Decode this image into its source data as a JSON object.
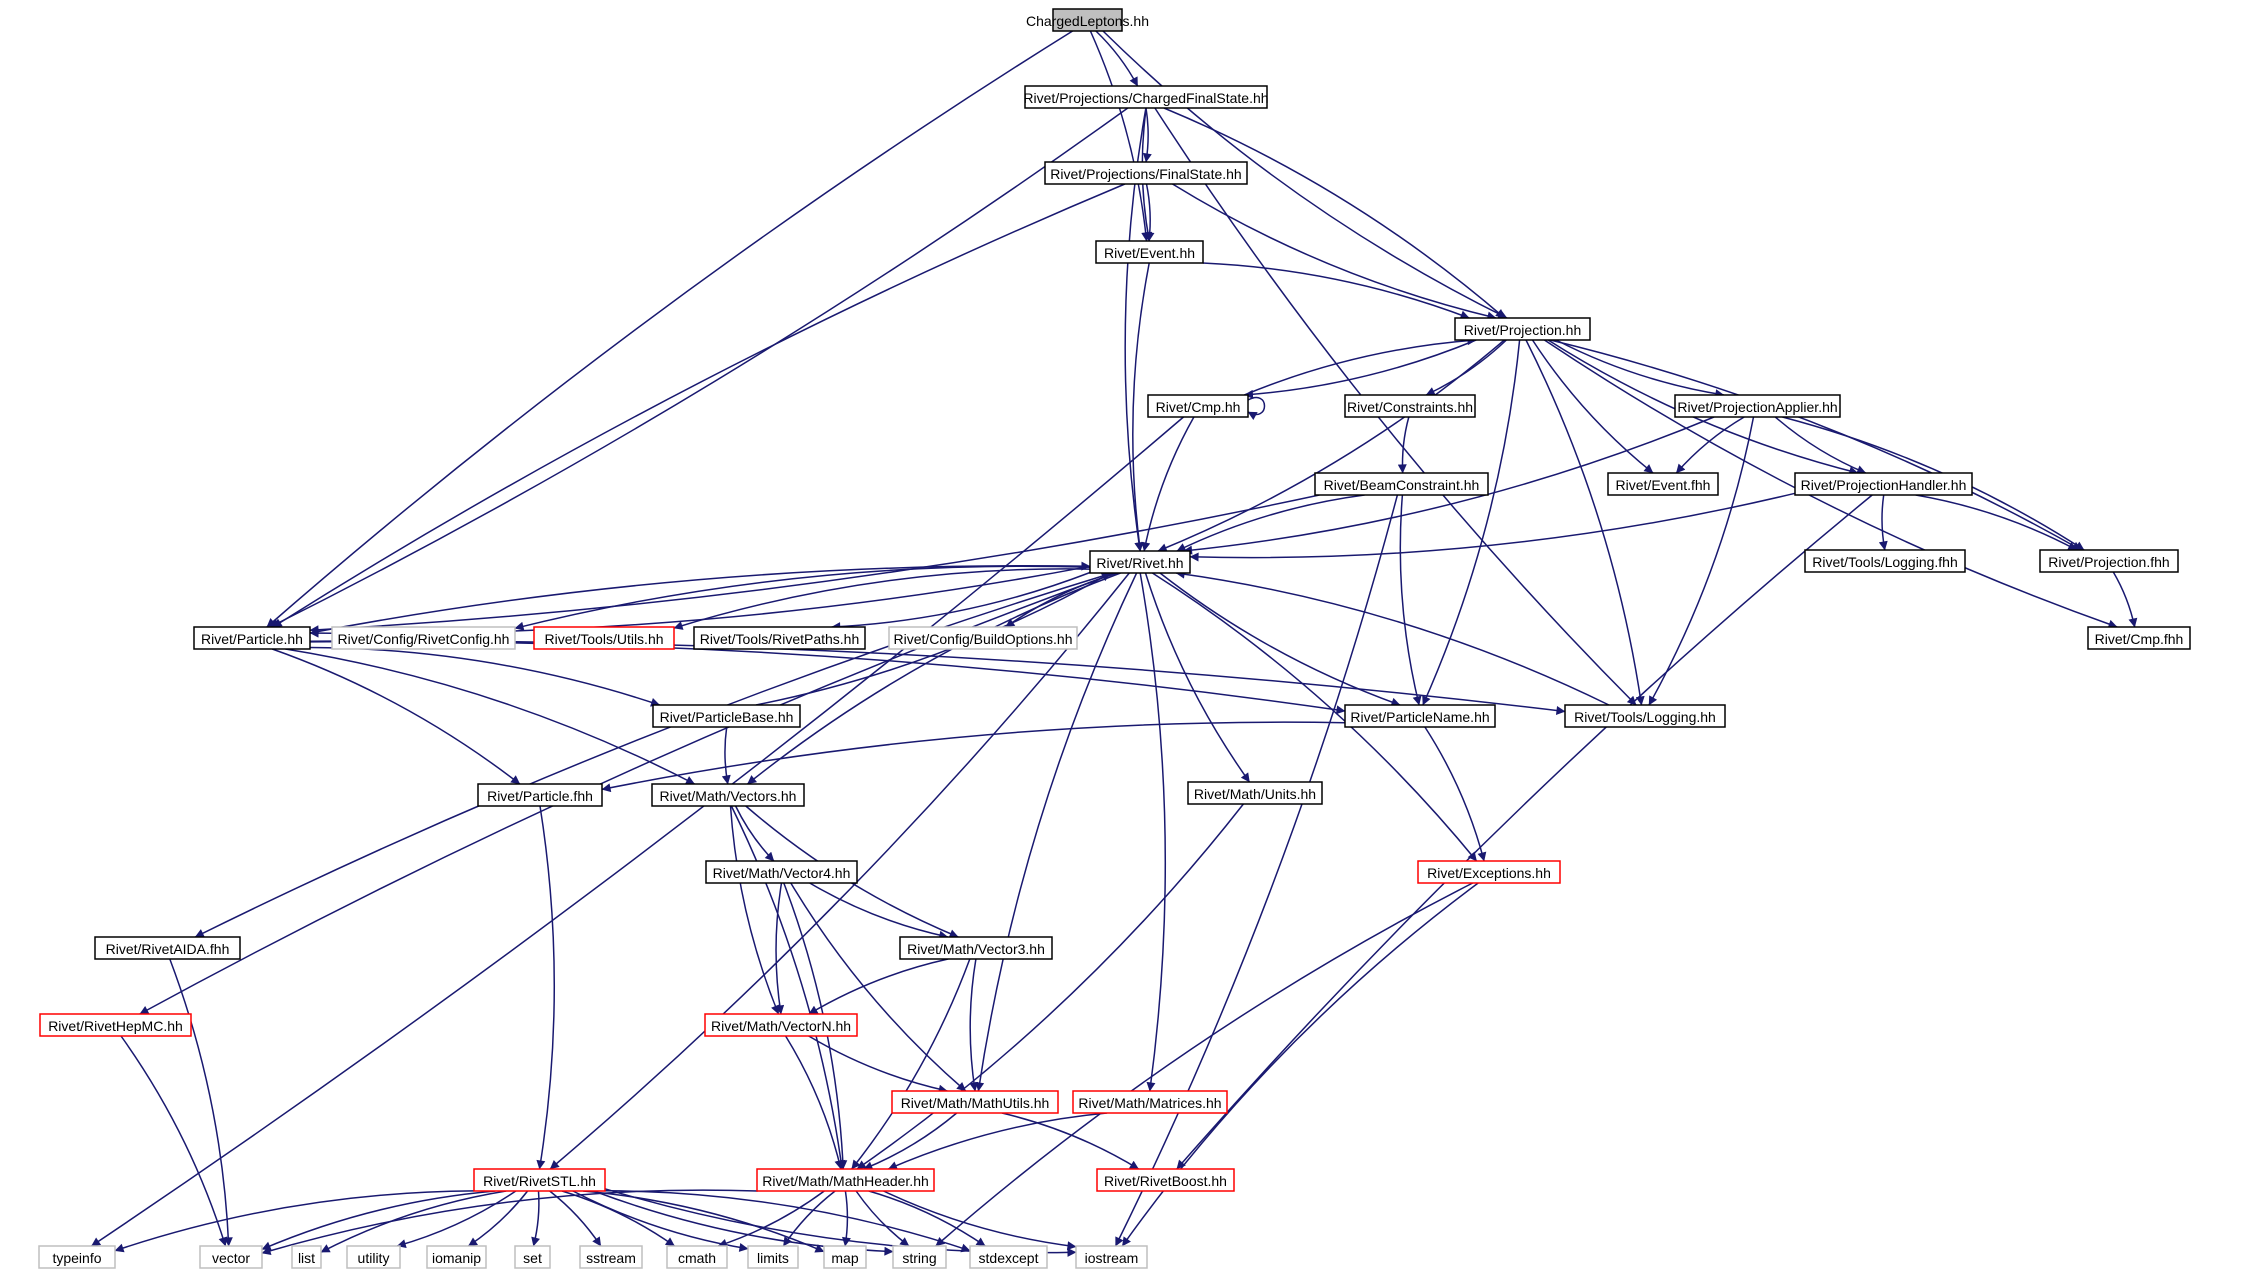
{
  "colors": {
    "edge": "#191970",
    "box_default": "#000000",
    "box_truncated": "#ff0000",
    "box_external": "#bfbfbf",
    "root_fill": "#bfbfbf",
    "fill": "#ffffff"
  },
  "nodes": [
    {
      "id": "root",
      "label": "ChargedLeptons.hh",
      "kind": "root"
    },
    {
      "id": "cfs",
      "label": "Rivet/Projections/ChargedFinalState.hh",
      "kind": "normal"
    },
    {
      "id": "fs",
      "label": "Rivet/Projections/FinalState.hh",
      "kind": "normal"
    },
    {
      "id": "eventhh",
      "label": "Rivet/Event.hh",
      "kind": "normal"
    },
    {
      "id": "projhh",
      "label": "Rivet/Projection.hh",
      "kind": "normal"
    },
    {
      "id": "cmphh",
      "label": "Rivet/Cmp.hh",
      "kind": "normal"
    },
    {
      "id": "constraints",
      "label": "Rivet/Constraints.hh",
      "kind": "normal"
    },
    {
      "id": "papplier",
      "label": "Rivet/ProjectionApplier.hh",
      "kind": "normal"
    },
    {
      "id": "beamc",
      "label": "Rivet/BeamConstraint.hh",
      "kind": "normal"
    },
    {
      "id": "eventfhh",
      "label": "Rivet/Event.fhh",
      "kind": "normal"
    },
    {
      "id": "phandler",
      "label": "Rivet/ProjectionHandler.hh",
      "kind": "normal"
    },
    {
      "id": "rivethh",
      "label": "Rivet/Rivet.hh",
      "kind": "normal"
    },
    {
      "id": "logfhh",
      "label": "Rivet/Tools/Logging.fhh",
      "kind": "normal"
    },
    {
      "id": "projfhh",
      "label": "Rivet/Projection.fhh",
      "kind": "normal"
    },
    {
      "id": "particlehh",
      "label": "Rivet/Particle.hh",
      "kind": "normal"
    },
    {
      "id": "rivetconfig",
      "label": "Rivet/Config/RivetConfig.hh",
      "kind": "external"
    },
    {
      "id": "utilshh",
      "label": "Rivet/Tools/Utils.hh",
      "kind": "truncated"
    },
    {
      "id": "rivetpaths",
      "label": "Rivet/Tools/RivetPaths.hh",
      "kind": "normal"
    },
    {
      "id": "buildopts",
      "label": "Rivet/Config/BuildOptions.hh",
      "kind": "external"
    },
    {
      "id": "cmpfhh",
      "label": "Rivet/Cmp.fhh",
      "kind": "normal"
    },
    {
      "id": "pbase",
      "label": "Rivet/ParticleBase.hh",
      "kind": "normal"
    },
    {
      "id": "pname",
      "label": "Rivet/ParticleName.hh",
      "kind": "normal"
    },
    {
      "id": "logginghh",
      "label": "Rivet/Tools/Logging.hh",
      "kind": "normal"
    },
    {
      "id": "particlefhh",
      "label": "Rivet/Particle.fhh",
      "kind": "normal"
    },
    {
      "id": "vectors",
      "label": "Rivet/Math/Vectors.hh",
      "kind": "normal"
    },
    {
      "id": "units",
      "label": "Rivet/Math/Units.hh",
      "kind": "normal"
    },
    {
      "id": "vector4",
      "label": "Rivet/Math/Vector4.hh",
      "kind": "normal"
    },
    {
      "id": "exceptions",
      "label": "Rivet/Exceptions.hh",
      "kind": "truncated"
    },
    {
      "id": "aidafhh",
      "label": "Rivet/RivetAIDA.fhh",
      "kind": "normal"
    },
    {
      "id": "vector3",
      "label": "Rivet/Math/Vector3.hh",
      "kind": "normal"
    },
    {
      "id": "hepmc",
      "label": "Rivet/RivetHepMC.hh",
      "kind": "truncated"
    },
    {
      "id": "vectorn",
      "label": "Rivet/Math/VectorN.hh",
      "kind": "truncated"
    },
    {
      "id": "mathutils",
      "label": "Rivet/Math/MathUtils.hh",
      "kind": "truncated"
    },
    {
      "id": "matrices",
      "label": "Rivet/Math/Matrices.hh",
      "kind": "truncated"
    },
    {
      "id": "rivetstl",
      "label": "Rivet/RivetSTL.hh",
      "kind": "truncated"
    },
    {
      "id": "mathheader",
      "label": "Rivet/Math/MathHeader.hh",
      "kind": "truncated"
    },
    {
      "id": "rivetboost",
      "label": "Rivet/RivetBoost.hh",
      "kind": "truncated"
    },
    {
      "id": "typeinfo",
      "label": "typeinfo",
      "kind": "external"
    },
    {
      "id": "vector",
      "label": "vector",
      "kind": "external"
    },
    {
      "id": "list",
      "label": "list",
      "kind": "external"
    },
    {
      "id": "utility",
      "label": "utility",
      "kind": "external"
    },
    {
      "id": "iomanip",
      "label": "iomanip",
      "kind": "external"
    },
    {
      "id": "set",
      "label": "set",
      "kind": "external"
    },
    {
      "id": "sstream",
      "label": "sstream",
      "kind": "external"
    },
    {
      "id": "cmath",
      "label": "cmath",
      "kind": "external"
    },
    {
      "id": "limits",
      "label": "limits",
      "kind": "external"
    },
    {
      "id": "map",
      "label": "map",
      "kind": "external"
    },
    {
      "id": "string",
      "label": "string",
      "kind": "external"
    },
    {
      "id": "stdexcept",
      "label": "stdexcept",
      "kind": "external"
    },
    {
      "id": "iostream",
      "label": "iostream",
      "kind": "external"
    }
  ],
  "edges": [
    [
      "root",
      "cfs"
    ],
    [
      "root",
      "eventhh"
    ],
    [
      "root",
      "projhh"
    ],
    [
      "root",
      "particlehh"
    ],
    [
      "cfs",
      "fs"
    ],
    [
      "cfs",
      "eventhh"
    ],
    [
      "cfs",
      "projhh"
    ],
    [
      "cfs",
      "particlehh"
    ],
    [
      "cfs",
      "rivethh"
    ],
    [
      "cfs",
      "logginghh"
    ],
    [
      "fs",
      "eventhh"
    ],
    [
      "fs",
      "projhh"
    ],
    [
      "fs",
      "particlehh"
    ],
    [
      "eventhh",
      "projhh"
    ],
    [
      "eventhh",
      "rivethh"
    ],
    [
      "projhh",
      "cmphh"
    ],
    [
      "projhh",
      "constraints"
    ],
    [
      "projhh",
      "papplier"
    ],
    [
      "projhh",
      "eventfhh"
    ],
    [
      "projhh",
      "phandler"
    ],
    [
      "projhh",
      "projfhh"
    ],
    [
      "projhh",
      "cmpfhh"
    ],
    [
      "projhh",
      "rivethh"
    ],
    [
      "projhh",
      "pname"
    ],
    [
      "projhh",
      "logginghh"
    ],
    [
      "cmphh",
      "projhh"
    ],
    [
      "cmphh",
      "cmphh"
    ],
    [
      "cmphh",
      "rivethh"
    ],
    [
      "cmphh",
      "typeinfo"
    ],
    [
      "constraints",
      "beamc"
    ],
    [
      "beamc",
      "rivethh"
    ],
    [
      "beamc",
      "particlehh"
    ],
    [
      "beamc",
      "pname"
    ],
    [
      "beamc",
      "iostream"
    ],
    [
      "papplier",
      "eventfhh"
    ],
    [
      "papplier",
      "phandler"
    ],
    [
      "papplier",
      "projfhh"
    ],
    [
      "papplier",
      "rivethh"
    ],
    [
      "papplier",
      "logginghh"
    ],
    [
      "phandler",
      "rivethh"
    ],
    [
      "phandler",
      "logfhh"
    ],
    [
      "phandler",
      "projfhh"
    ],
    [
      "phandler",
      "rivetboost"
    ],
    [
      "projfhh",
      "cmpfhh"
    ],
    [
      "rivethh",
      "particlehh"
    ],
    [
      "rivethh",
      "rivetconfig"
    ],
    [
      "rivethh",
      "utilshh"
    ],
    [
      "rivethh",
      "rivetpaths"
    ],
    [
      "rivethh",
      "buildopts"
    ],
    [
      "rivethh",
      "pname"
    ],
    [
      "rivethh",
      "exceptions"
    ],
    [
      "rivethh",
      "units"
    ],
    [
      "rivethh",
      "vectors"
    ],
    [
      "rivethh",
      "mathutils"
    ],
    [
      "rivethh",
      "matrices"
    ],
    [
      "rivethh",
      "rivetstl"
    ],
    [
      "rivethh",
      "aidafhh"
    ],
    [
      "rivethh",
      "hepmc"
    ],
    [
      "particlehh",
      "rivethh"
    ],
    [
      "particlehh",
      "pbase"
    ],
    [
      "particlehh",
      "pname"
    ],
    [
      "particlehh",
      "logginghh"
    ],
    [
      "particlehh",
      "particlefhh"
    ],
    [
      "particlehh",
      "vectors"
    ],
    [
      "pbase",
      "rivethh"
    ],
    [
      "pbase",
      "vectors"
    ],
    [
      "logginghh",
      "rivethh"
    ],
    [
      "pname",
      "particlefhh"
    ],
    [
      "pname",
      "exceptions"
    ],
    [
      "particlefhh",
      "rivetstl"
    ],
    [
      "vectors",
      "vector4"
    ],
    [
      "vectors",
      "vector3"
    ],
    [
      "vectors",
      "vectorn"
    ],
    [
      "vectors",
      "mathheader"
    ],
    [
      "vector4",
      "vector3"
    ],
    [
      "vector4",
      "vectorn"
    ],
    [
      "vector4",
      "mathutils"
    ],
    [
      "vector4",
      "mathheader"
    ],
    [
      "vector3",
      "vectorn"
    ],
    [
      "vector3",
      "mathutils"
    ],
    [
      "vector3",
      "mathheader"
    ],
    [
      "vectorn",
      "mathutils"
    ],
    [
      "vectorn",
      "mathheader"
    ],
    [
      "mathutils",
      "mathheader"
    ],
    [
      "mathutils",
      "rivetboost"
    ],
    [
      "matrices",
      "mathheader"
    ],
    [
      "units",
      "mathheader"
    ],
    [
      "exceptions",
      "string"
    ],
    [
      "exceptions",
      "iostream"
    ],
    [
      "aidafhh",
      "vector"
    ],
    [
      "hepmc",
      "vector"
    ],
    [
      "rivetstl",
      "typeinfo"
    ],
    [
      "rivetstl",
      "vector"
    ],
    [
      "rivetstl",
      "list"
    ],
    [
      "rivetstl",
      "utility"
    ],
    [
      "rivetstl",
      "iomanip"
    ],
    [
      "rivetstl",
      "set"
    ],
    [
      "rivetstl",
      "sstream"
    ],
    [
      "rivetstl",
      "cmath"
    ],
    [
      "rivetstl",
      "limits"
    ],
    [
      "rivetstl",
      "map"
    ],
    [
      "rivetstl",
      "string"
    ],
    [
      "rivetstl",
      "stdexcept"
    ],
    [
      "rivetstl",
      "iostream"
    ],
    [
      "mathheader",
      "vector"
    ],
    [
      "mathheader",
      "cmath"
    ],
    [
      "mathheader",
      "limits"
    ],
    [
      "mathheader",
      "map"
    ],
    [
      "mathheader",
      "string"
    ],
    [
      "mathheader",
      "stdexcept"
    ],
    [
      "mathheader",
      "iostream"
    ]
  ]
}
